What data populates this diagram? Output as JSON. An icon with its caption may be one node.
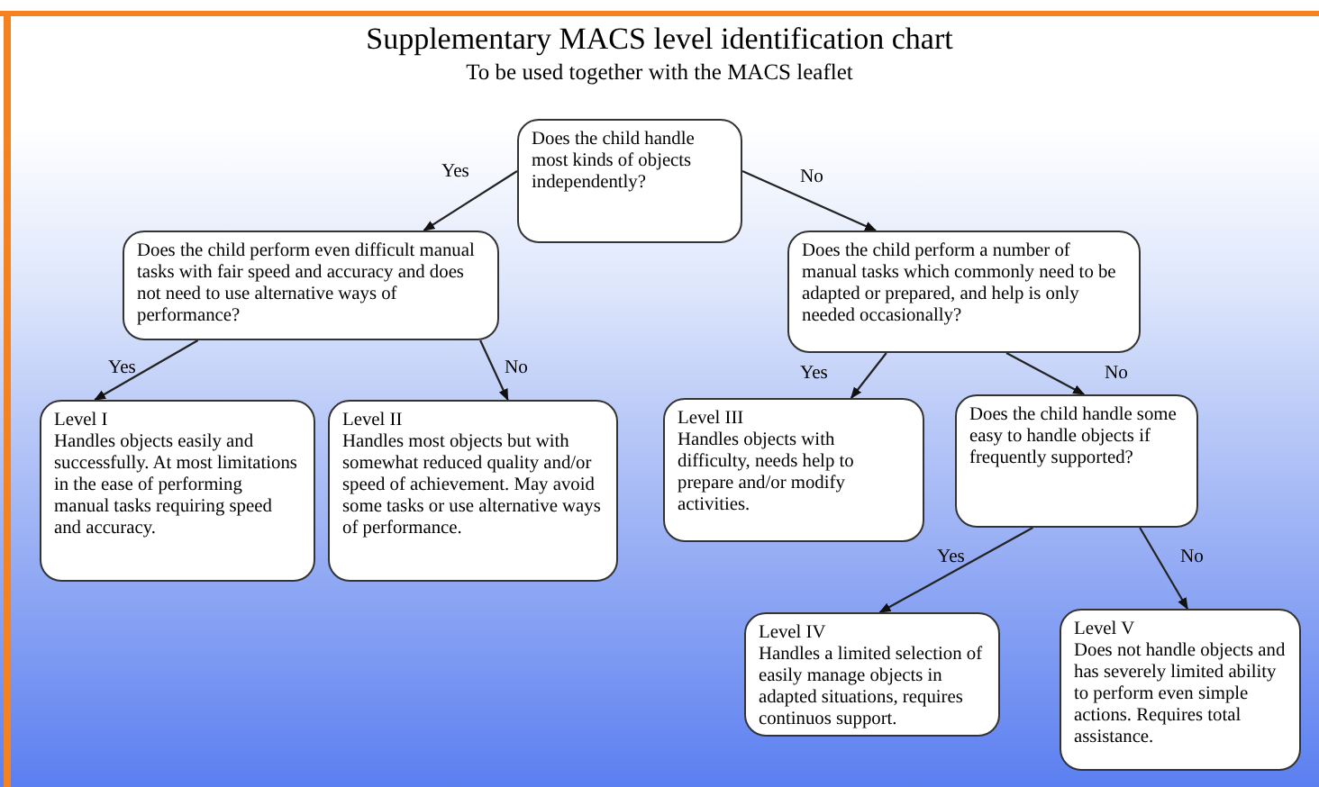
{
  "diagram": {
    "title": "Supplementary MACS level identification chart",
    "caption": "To be used together with the MACS leaflet",
    "nodes": [
      {
        "text": [
          "Does the child handle most kinds of objects independently?"
        ]
      },
      {
        "text": [
          "Does the child perform even difficult manual tasks with fair speed and accuracy and does not need to use alternative ways of performance?"
        ]
      },
      {
        "text": [
          "Does the child perform a number of manual tasks which commonly need to be adapted or prepared, and help is only needed occasionally?"
        ]
      },
      {
        "text": [
          "Level I",
          "Handles objects easily and successfully. At most limitations in the ease of performing manual tasks requiring speed and accuracy."
        ]
      },
      {
        "text": [
          "Level II",
          "Handles most objects but with somewhat reduced quality and/or speed of achievement. May avoid some tasks or use alternative ways of performance."
        ]
      },
      {
        "text": [
          "Level III",
          "Handles objects with difficulty, needs help to prepare and/or modify activities."
        ]
      },
      {
        "text": [
          "Does the child handle some easy to handle objects if frequently supported?"
        ]
      },
      {
        "text": [
          "Level IV",
          "Handles a limited selection of easily manage objects in adapted situations, requires continuos support."
        ]
      },
      {
        "text": [
          "Level V",
          "Does not handle objects and has severely limited ability to perform even simple actions. Requires total assistance."
        ]
      }
    ],
    "edges": [
      {
        "from": 0,
        "to": 1,
        "arrow": "to",
        "label": "Yes"
      },
      {
        "from": 0,
        "to": 2,
        "arrow": "to",
        "label": "No"
      },
      {
        "from": 1,
        "to": 3,
        "arrow": "to",
        "label": "Yes"
      },
      {
        "from": 1,
        "to": 4,
        "arrow": "to",
        "label": "No"
      },
      {
        "from": 2,
        "to": 5,
        "arrow": "to",
        "label": "Yes"
      },
      {
        "from": 2,
        "to": 6,
        "arrow": "to",
        "label": "No"
      },
      {
        "from": 6,
        "to": 7,
        "arrow": "to",
        "label": "Yes"
      },
      {
        "from": 6,
        "to": 8,
        "arrow": "to",
        "label": "No"
      }
    ]
  }
}
